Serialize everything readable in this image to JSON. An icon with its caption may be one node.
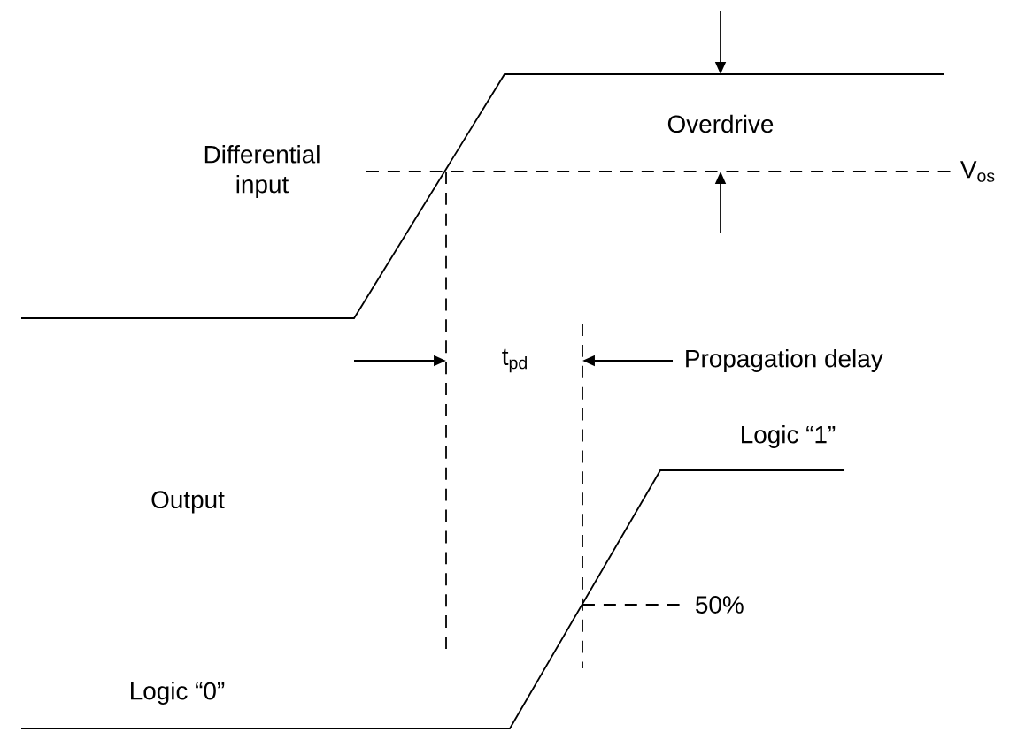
{
  "diagram": {
    "labels": [
      "Overdrive",
      "Differential input",
      "V$_{os}$",
      "t$_{pd}$",
      "Propagation delay",
      "Logic “1”",
      "Output",
      "50%",
      "Logic “0”"
    ]
  }
}
